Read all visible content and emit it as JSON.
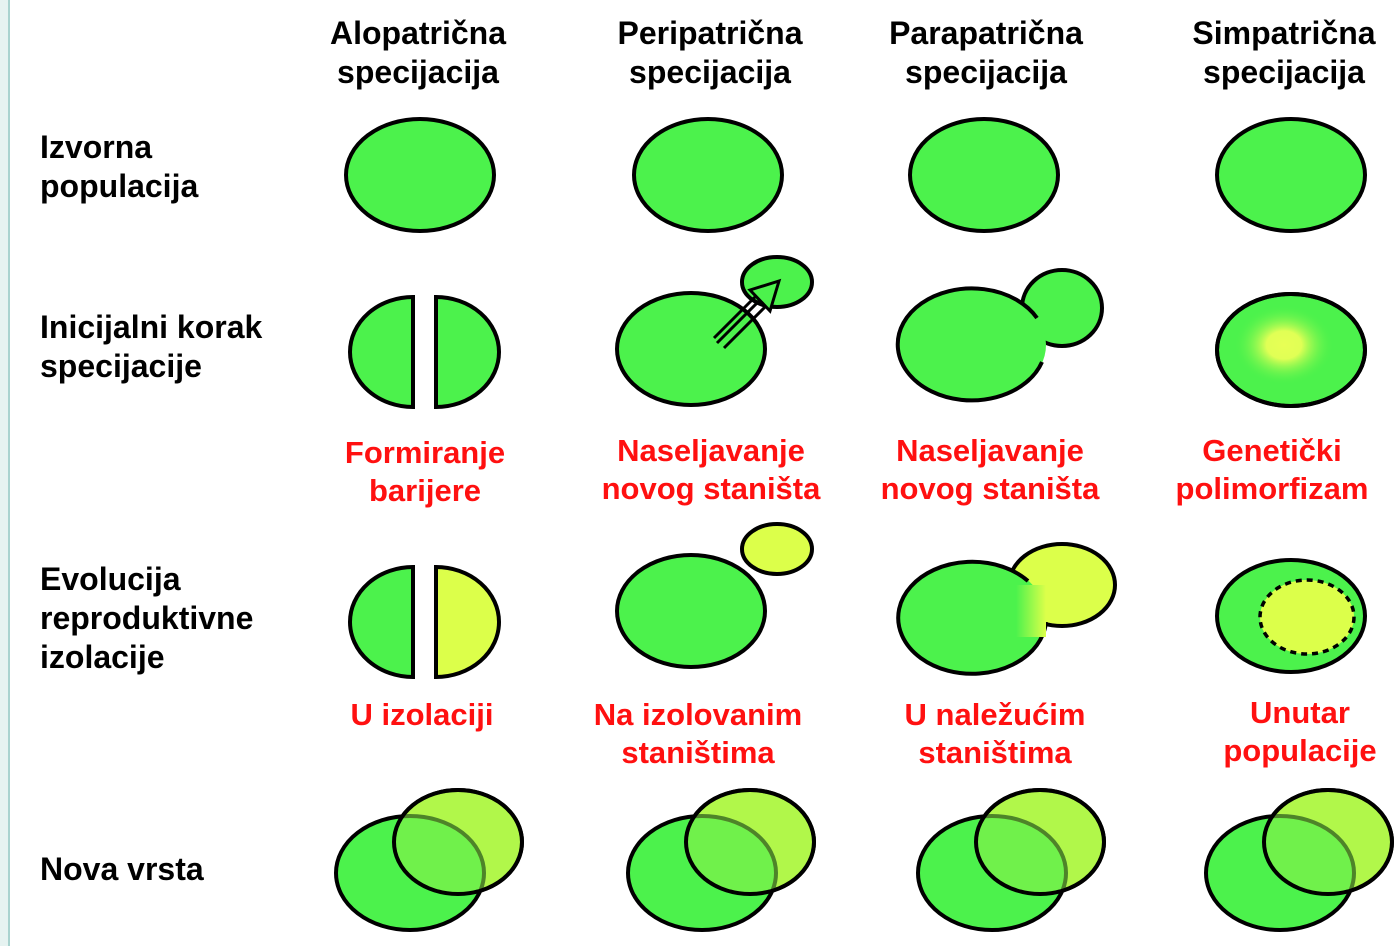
{
  "columns": [
    {
      "line1": "Alopatrična",
      "line2": "specijacija"
    },
    {
      "line1": "Peripatrična",
      "line2": "specijacija"
    },
    {
      "line1": "Parapatrična",
      "line2": "specijacija"
    },
    {
      "line1": "Simpatrična",
      "line2": "specijacija"
    }
  ],
  "rows": [
    {
      "line1": "Izvorna",
      "line2": "populacija"
    },
    {
      "line1": "Inicijalni korak",
      "line2": "specijacije"
    },
    {
      "line1": "Evolucija",
      "line2": "reproduktivne",
      "line3": "izolacije"
    },
    {
      "line1": "Nova vrsta"
    }
  ],
  "captions_step1": [
    {
      "line1": "Formiranje",
      "line2": "barijere"
    },
    {
      "line1": "Naseljavanje",
      "line2": "novog staništa"
    },
    {
      "line1": "Naseljavanje",
      "line2": "novog staništa"
    },
    {
      "line1": "Genetički",
      "line2": "polimorfizam"
    }
  ],
  "captions_step2": [
    {
      "line1": "U izolaciji"
    },
    {
      "line1": "Na izolovanim",
      "line2": "staništima"
    },
    {
      "line1": "U naležućim",
      "line2": "staništima"
    },
    {
      "line1": "Unutar",
      "line2": "populacije"
    }
  ],
  "colors": {
    "population_green": "#4cf24c",
    "new_species_yellow": "#dcff4a",
    "caption_red": "#ff1010",
    "outline": "#000000"
  }
}
